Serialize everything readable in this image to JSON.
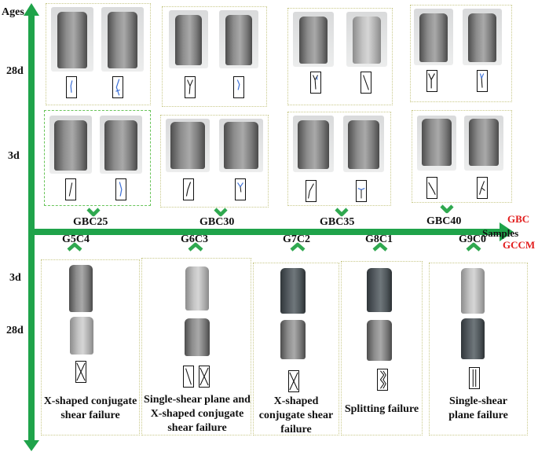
{
  "axes": {
    "y_title": "Ages",
    "x_title": "Samples",
    "legend_gbc": "GBC",
    "legend_gccm": "GCCM"
  },
  "age_labels": {
    "upper_28d": "28d",
    "upper_3d": "3d",
    "lower_3d": "3d",
    "lower_28d": "28d"
  },
  "gbc_samples": [
    "GBC25",
    "GBC30",
    "GBC35",
    "GBC40"
  ],
  "gccm_samples": [
    "G5C4",
    "G6C3",
    "G7C2",
    "G8C1",
    "G9C0"
  ],
  "failure_modes": [
    "X-shaped conjugate shear failure",
    "Single-shear plane and X-shaped conjugate shear failure",
    "X-shaped conjugate shear failure",
    "Splitting failure",
    "Single-shear plane failure"
  ],
  "colors": {
    "axis_green": "#1fa34a",
    "chevron_green": "#2fa84f",
    "legend_red": "#e21c1c",
    "crack_blue": "#3b6fd6"
  }
}
